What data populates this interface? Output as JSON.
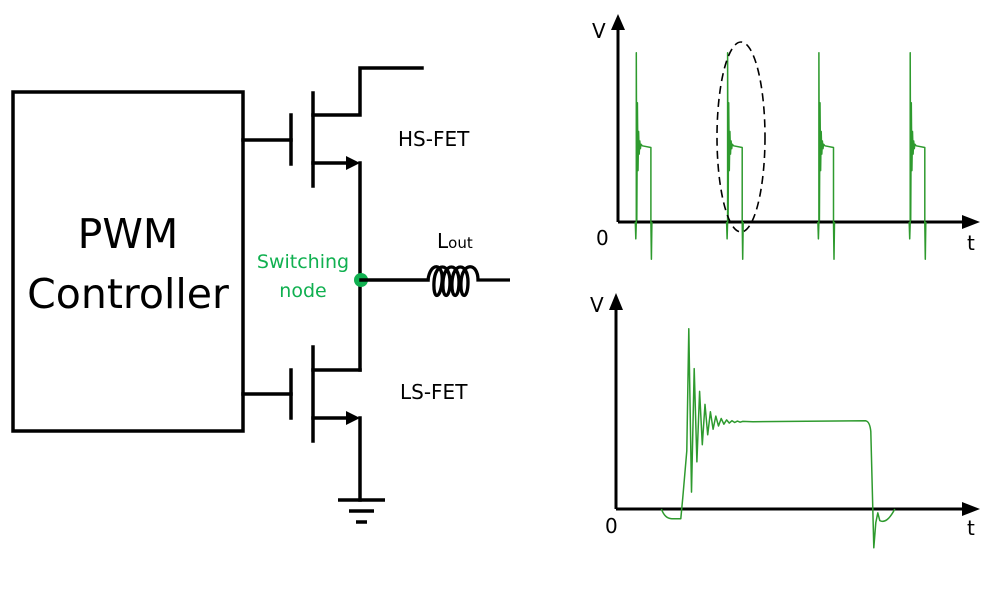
{
  "circuit": {
    "controller_label_line1": "PWM",
    "controller_label_line2": "Controller",
    "hs_fet_label": "HS-FET",
    "ls_fet_label": "LS-FET",
    "inductor_label_main": "L",
    "inductor_label_sub": "out",
    "node_label_line1": "Switching",
    "node_label_line2": "node",
    "node_color": "#10b050"
  },
  "chart_data": [
    {
      "type": "line",
      "title": "",
      "xlabel": "t",
      "ylabel": "V",
      "origin_label": "0",
      "description": "Periodic switching-node voltage pulses with ringing at each rising edge",
      "pulse_period": 1.0,
      "pulse_starts": [
        0.2,
        1.2,
        2.2,
        3.2
      ],
      "pulse_width": 0.16,
      "overshoot_peak": 1.0,
      "plateau_level": 0.45,
      "undershoot": -0.1,
      "xlim": [
        0,
        3.8
      ],
      "ylim": [
        -0.12,
        1.1
      ],
      "highlight": {
        "shape": "dashed-ellipse",
        "target_pulse_index": 1
      },
      "line_color": "#2e9a2e",
      "grid": false,
      "legend": "none"
    },
    {
      "type": "line",
      "title": "",
      "xlabel": "t",
      "ylabel": "V",
      "origin_label": "0",
      "description": "Zoomed single switching pulse showing damped ringing after rising edge",
      "rise_time": 0.2,
      "fall_time": 0.73,
      "plateau_level": 0.45,
      "overshoot_peak": 0.93,
      "ringing_cycles": 10,
      "pre_dip": -0.05,
      "post_dip": -0.2,
      "xlim": [
        0,
        1.0
      ],
      "ylim": [
        -0.2,
        1.0
      ],
      "line_color": "#2e9a2e",
      "grid": false,
      "legend": "none"
    }
  ]
}
